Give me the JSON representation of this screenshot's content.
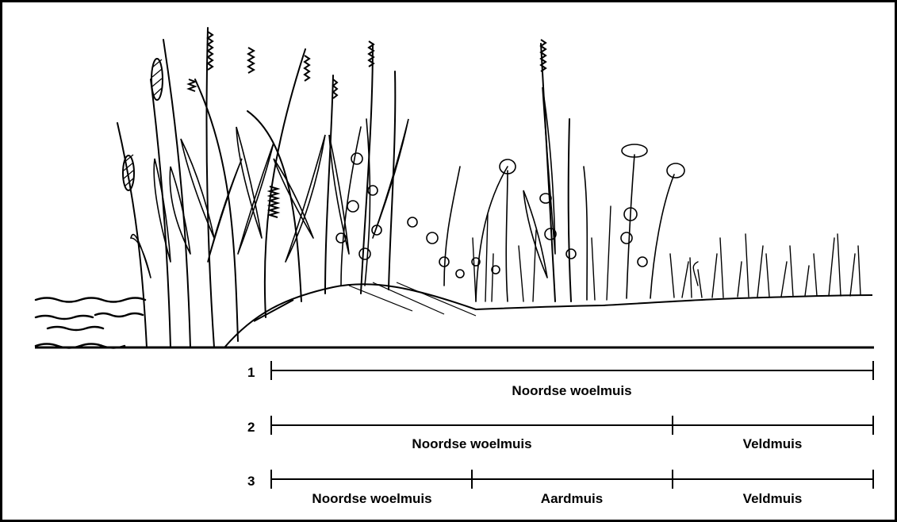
{
  "rows": [
    {
      "number": "1",
      "segments": [
        {
          "label": "Noordse woelmuis"
        }
      ]
    },
    {
      "number": "2",
      "segments": [
        {
          "label": "Noordse woelmuis"
        },
        {
          "label": "Veldmuis"
        }
      ]
    },
    {
      "number": "3",
      "segments": [
        {
          "label": "Noordse woelmuis"
        },
        {
          "label": "Aardmuis"
        },
        {
          "label": "Veldmuis"
        }
      ]
    }
  ],
  "colors": {
    "ink": "#000000",
    "background": "#ffffff"
  }
}
